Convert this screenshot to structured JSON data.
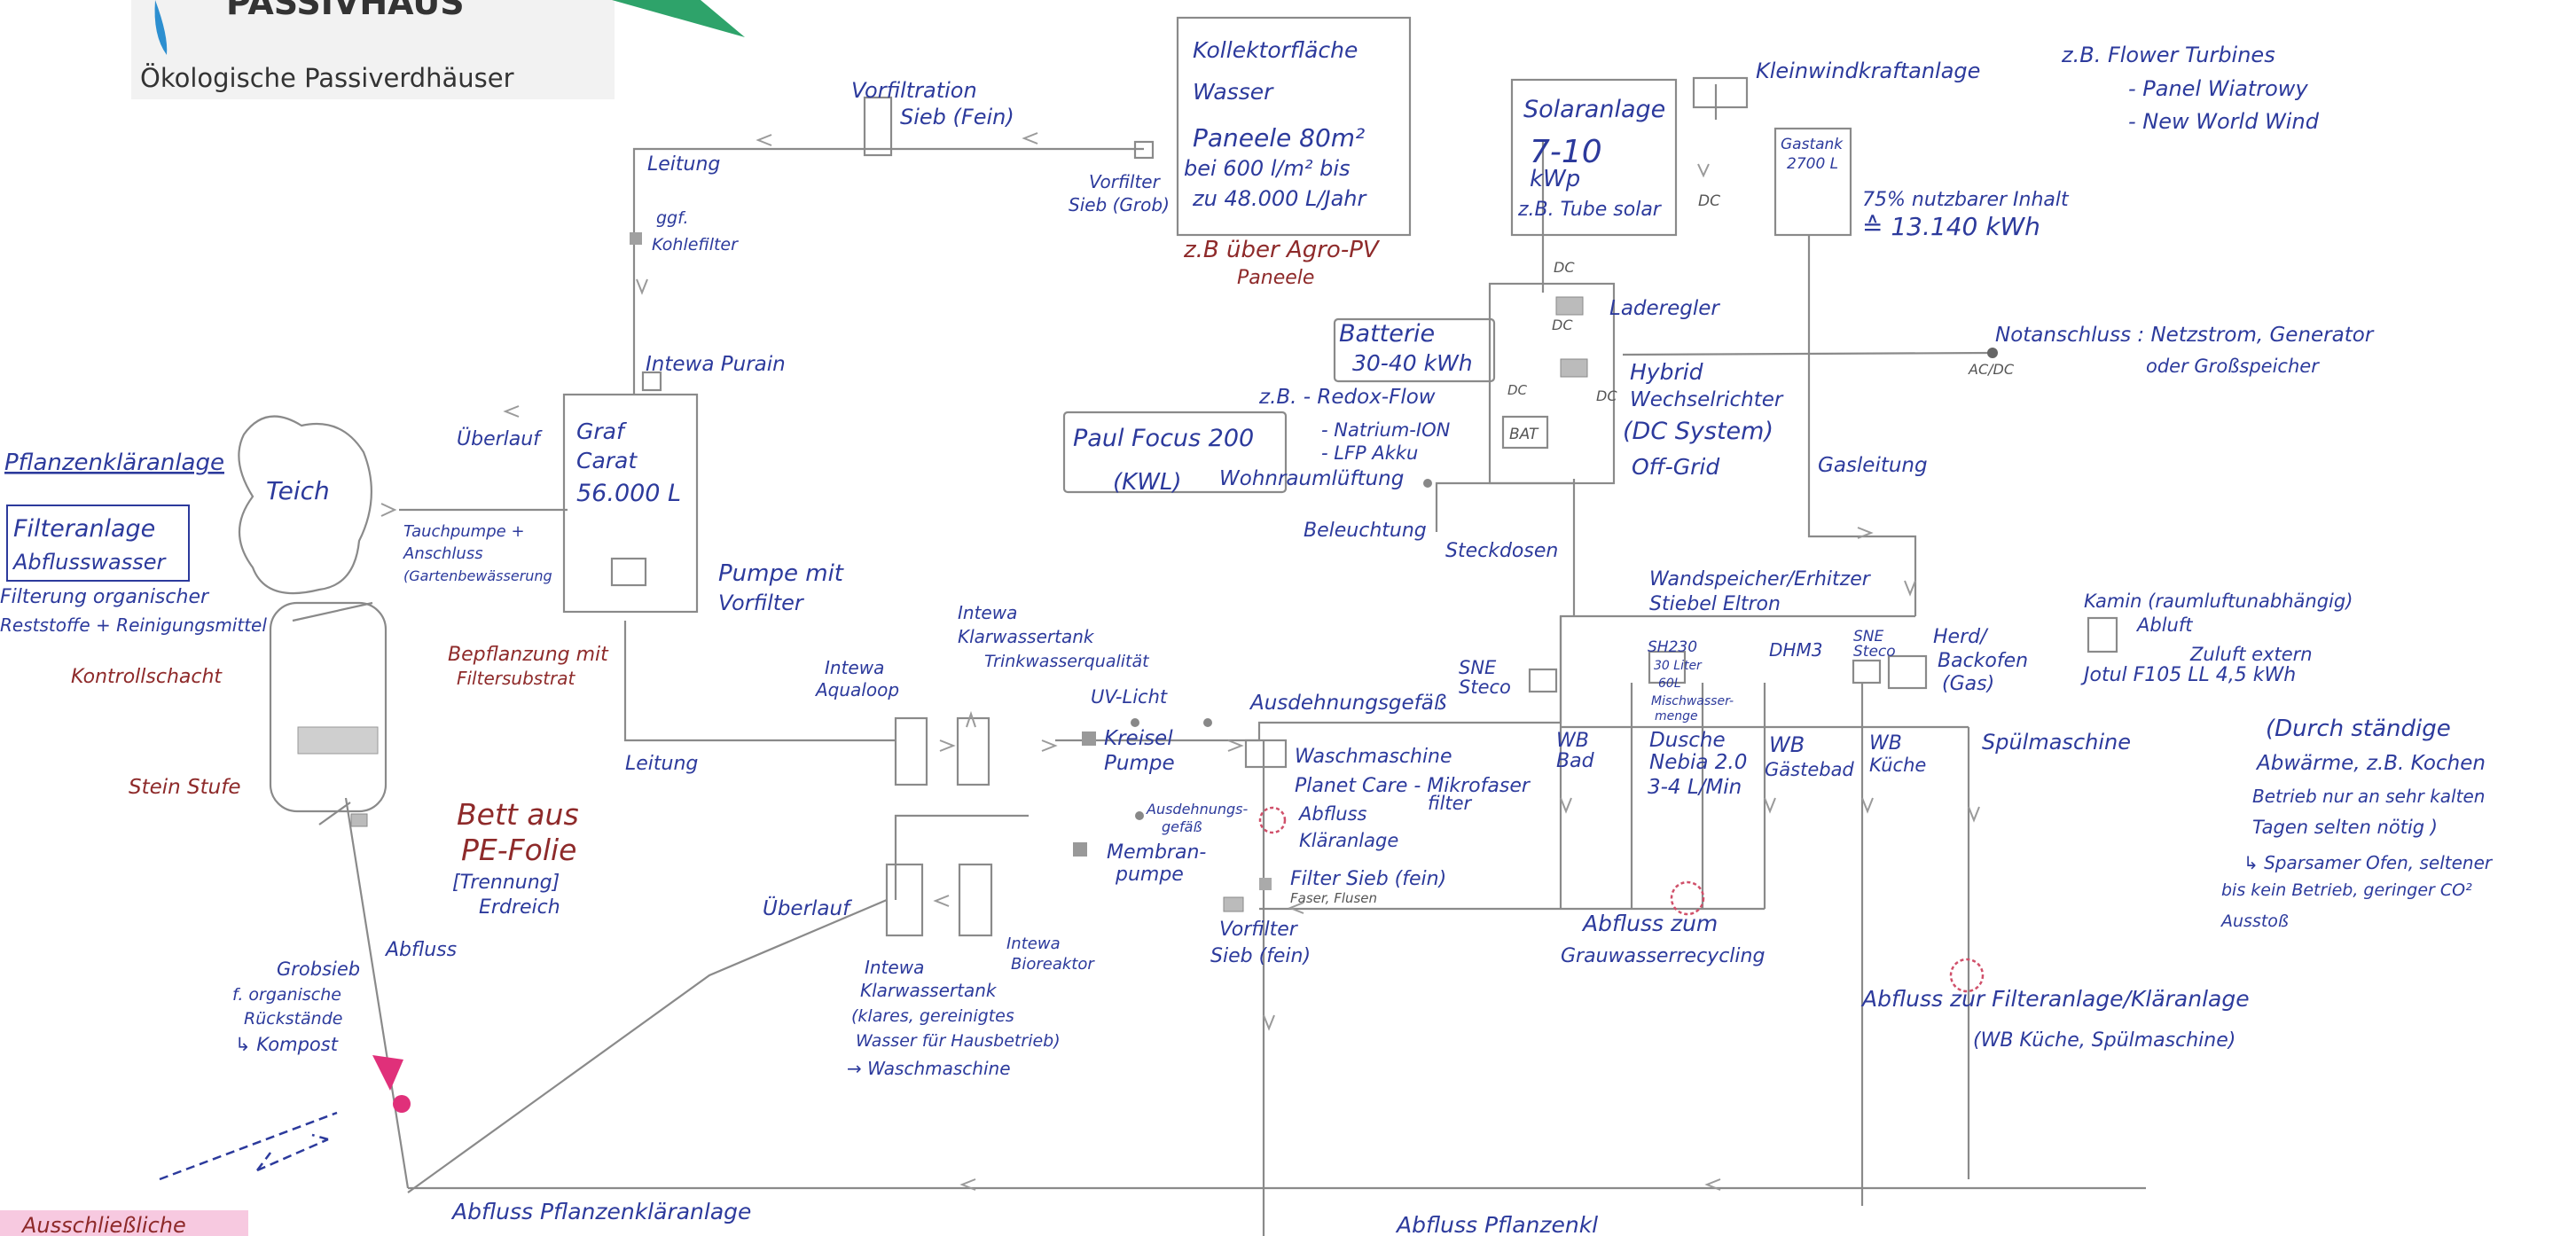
{
  "colors": {
    "ink_blue": "#2c3a9c",
    "ink_red": "#8e2a2a",
    "pencil": "#8a8a8a",
    "logo_green": "#2ea36a",
    "logo_blue": "#2d8fd0",
    "marker_pink": "#e0307a"
  },
  "logo": {
    "brand": "PASSIVHAUS",
    "tagline": "Ökologische Passiverdhäuser"
  },
  "wind": {
    "label": "Kleinwindkraftanlage",
    "examples": [
      "z.B. Flower Turbines",
      "- Panel Wiatrowy",
      "- New World Wind"
    ]
  },
  "collector": {
    "line1": "Kollektorfläche",
    "line2": "Wasser",
    "line3": "Paneele 80m²",
    "line4": "bei 600 l/m² bis",
    "line5": "zu 48.000 L/Jahr",
    "note1": "z.B über Agro-PV",
    "note2": "Paneele"
  },
  "filters": {
    "vorfiltration": "Vorfiltration",
    "vorfiltration2": "Sieb (Fein)",
    "sieb_grob1": "Vorfilter",
    "sieb_grob2": "Sieb (Grob)",
    "leitung_top": "Leitung",
    "kohle1": "ggf.",
    "kohle2": "Kohlefilter"
  },
  "solar": {
    "line1": "Solaranlage",
    "line2": "7-10",
    "line3": "kWp",
    "line4": "z.B. Tube solar",
    "dc1": "DC",
    "dc2": "DC",
    "dc3": "DC",
    "dc4": "DC"
  },
  "gas": {
    "tank1": "Gastank",
    "tank2": "2700 L",
    "note1": "75% nutzbarer Inhalt",
    "note2": "≙ 13.140 kWh",
    "leitung": "Gasleitung"
  },
  "electric": {
    "laderegler": "Laderegler",
    "batterie1": "Batterie",
    "batterie2": "30-40 kWh",
    "zb": "z.B. - Redox-Flow",
    "natrium": "- Natrium-ION",
    "lfp": "- LFP Akku",
    "bat": "BAT",
    "dc_bat": "DC",
    "hybrid1": "Hybrid",
    "hybrid2": "Wechselrichter",
    "hybrid3": "(DC System)",
    "offgrid": "Off-Grid",
    "notanschluss1": "Notanschluss : Netzstrom, Generator",
    "notanschluss2": "oder Großspeicher",
    "acdc": "AC/DC"
  },
  "ventilation": {
    "paul": "Paul Focus 200",
    "kwl": "(KWL)",
    "wohnraum": "Wohnraumlüftung",
    "beleuchtung": "Beleuchtung",
    "steckdosen": "Steckdosen"
  },
  "pond": {
    "teich": "Teich",
    "ueberlauf": "Überlauf",
    "tauch1": "Tauchpumpe +",
    "tauch2": "Anschluss",
    "tauch3": "(Gartenbewässerung"
  },
  "cistern": {
    "intewa": "Intewa Purain",
    "graf1": "Graf",
    "graf2": "Carat",
    "graf3": "56.000 L",
    "pumpe1": "Pumpe mit",
    "pumpe2": "Vorfilter",
    "leitung": "Leitung"
  },
  "plant": {
    "title": "Pflanzenkläranlage",
    "filter1": "Filteranlage",
    "filter2": "Abflusswasser",
    "filter3": "Filterung organischer",
    "filter4": "Reststoffe + Reinigungsmittel",
    "kontroll": "Kontrollschacht",
    "bepflanzung1": "Bepflanzung mit",
    "bepflanzung2": "Filtersubstrat",
    "steinstufe": "Stein Stufe",
    "bett1": "Bett aus",
    "bett2": "PE-Folie",
    "bett3": "[Trennung]",
    "bett4": "Erdreich",
    "grob1": "Grobsieb",
    "grob2": "f. organische",
    "grob3": "Rückstände",
    "grob4": "↳ Kompost",
    "abfluss": "Abfluss",
    "pink_label": "Ausschließliche"
  },
  "treatment": {
    "aqualoop1": "Intewa",
    "aqualoop2": "Aqualoop",
    "klar1": "Intewa",
    "klar2": "Klarwassertank",
    "klar3": "Trinkwasserqualität",
    "uv": "UV-Licht",
    "ausdehnung": "Ausdehnungsgefäß",
    "kreisel1": "Kreisel",
    "kreisel2": "Pumpe",
    "waschmaschine": "Waschmaschine",
    "planet": "Planet Care - Mikrofaser",
    "planet2": "filter",
    "ausdehnung2a": "Ausdehnungs-",
    "ausdehnung2b": "gefäß",
    "abfluss1": "Abfluss",
    "abfluss2": "Kläranlage",
    "membran1": "Membran-",
    "membran2": "pumpe",
    "filtersieb": "Filter Sieb (fein)",
    "faser": "Faser, Flusen",
    "vorfilter1": "Vorfilter",
    "vorfilter2": "Sieb (fein)",
    "ueberlauf": "Überlauf",
    "klar_b1": "Intewa",
    "klar_b2": "Klarwassertank",
    "klar_b3": "(klares, gereinigtes",
    "klar_b4": "Wasser für Hausbetrieb)",
    "klar_b5": "→ Waschmaschine",
    "bio1": "Intewa",
    "bio2": "Bioreaktor"
  },
  "house": {
    "wand1": "Wandspeicher/Erhitzer",
    "wand2": "Stiebel Eltron",
    "sne1": "SNE",
    "sne2": "Steco",
    "sh1": "SH230",
    "sh2": "30 Liter",
    "sh3": "60L",
    "sh4": "Mischwasser-",
    "sh5": "menge",
    "dhm": "DHM3",
    "sne3": "SNE",
    "sne4": "Steco",
    "herd1": "Herd/",
    "herd2": "Backofen",
    "herd3": "(Gas)",
    "wb_bad1": "WB",
    "wb_bad2": "Bad",
    "dusche1": "Dusche",
    "dusche2": "Nebia 2.0",
    "dusche3": "3-4 L/Min",
    "wb_gast1": "WB",
    "wb_gast2": "Gästebad",
    "wb_kueche1": "WB",
    "wb_kueche2": "Küche",
    "spuel": "Spülmaschine",
    "grau1": "Abfluss zum",
    "grau2": "Grauwasserrecycling",
    "kuech1": "Abfluss zur Filteranlage/Kläranlage",
    "kuech2": "(WB Küche, Spülmaschine)"
  },
  "stove": {
    "kamin1": "Kamin (raumluftunabhängig)",
    "kamin2": "Abluft",
    "kamin3": "Zuluft extern",
    "kamin4": "Jotul F105 LL 4,5 kWh",
    "note1": "(Durch ständige",
    "note2": "Abwärme, z.B. Kochen",
    "note3": "Betrieb nur an sehr kalten",
    "note4": "Tagen selten nötig )",
    "note5": "↳ Sparsamer Ofen, seltener",
    "note6": "bis kein Betrieb, geringer CO²",
    "note7": "Ausstoß"
  },
  "bottom": {
    "abfluss_pk": "Abfluss Pflanzenkläranlage",
    "abfluss_pk2": "Abfluss Pflanzenkl"
  }
}
